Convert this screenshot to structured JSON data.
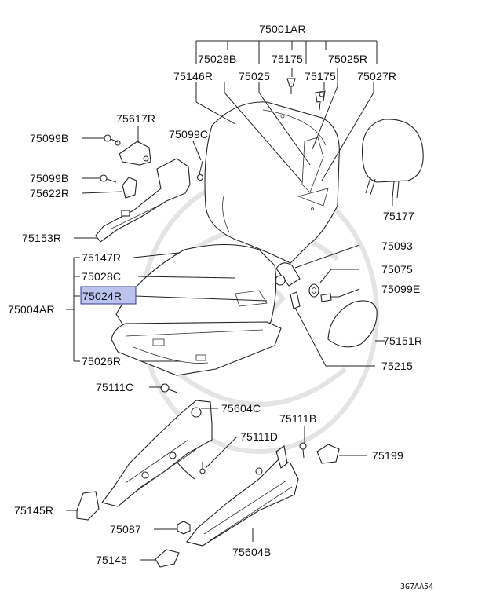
{
  "diagram": {
    "code": "3G7AA54",
    "highlight_color": "#b9c3ee",
    "labels": [
      {
        "id": "75001AR",
        "text": "75001AR",
        "interactable": true
      },
      {
        "id": "75028B",
        "text": "75028B",
        "interactable": true
      },
      {
        "id": "75175a",
        "text": "75175",
        "interactable": true
      },
      {
        "id": "75025R",
        "text": "75025R",
        "interactable": true
      },
      {
        "id": "75146R",
        "text": "75146R",
        "interactable": true
      },
      {
        "id": "75025",
        "text": "75025",
        "interactable": true
      },
      {
        "id": "75175b",
        "text": "75175",
        "interactable": true
      },
      {
        "id": "75027R",
        "text": "75027R",
        "interactable": true
      },
      {
        "id": "75617R",
        "text": "75617R",
        "interactable": true
      },
      {
        "id": "75099Ba",
        "text": "75099B",
        "interactable": true
      },
      {
        "id": "75099C",
        "text": "75099C",
        "interactable": true
      },
      {
        "id": "75099Bb",
        "text": "75099B",
        "interactable": true
      },
      {
        "id": "75622R",
        "text": "75622R",
        "interactable": true
      },
      {
        "id": "75177",
        "text": "75177",
        "interactable": true
      },
      {
        "id": "75153R",
        "text": "75153R",
        "interactable": true
      },
      {
        "id": "75093",
        "text": "75093",
        "interactable": true
      },
      {
        "id": "75147R",
        "text": "75147R",
        "interactable": true
      },
      {
        "id": "75075",
        "text": "75075",
        "interactable": true
      },
      {
        "id": "75028C",
        "text": "75028C",
        "interactable": true
      },
      {
        "id": "75099E",
        "text": "75099E",
        "interactable": true
      },
      {
        "id": "75024R",
        "text": "75024R",
        "interactable": true,
        "highlighted": true
      },
      {
        "id": "75004AR",
        "text": "75004AR",
        "interactable": true
      },
      {
        "id": "75151R",
        "text": "75151R",
        "interactable": true
      },
      {
        "id": "75026R",
        "text": "75026R",
        "interactable": true
      },
      {
        "id": "75215",
        "text": "75215",
        "interactable": true
      },
      {
        "id": "75111C",
        "text": "75111C",
        "interactable": true
      },
      {
        "id": "75604C",
        "text": "75604C",
        "interactable": true
      },
      {
        "id": "75111B",
        "text": "75111B",
        "interactable": true
      },
      {
        "id": "75111D",
        "text": "75111D",
        "interactable": true
      },
      {
        "id": "75199",
        "text": "75199",
        "interactable": true
      },
      {
        "id": "75145R",
        "text": "75145R",
        "interactable": true
      },
      {
        "id": "75087",
        "text": "75087",
        "interactable": true
      },
      {
        "id": "75604B",
        "text": "75604B",
        "interactable": true
      },
      {
        "id": "75145",
        "text": "75145",
        "interactable": true
      }
    ]
  }
}
